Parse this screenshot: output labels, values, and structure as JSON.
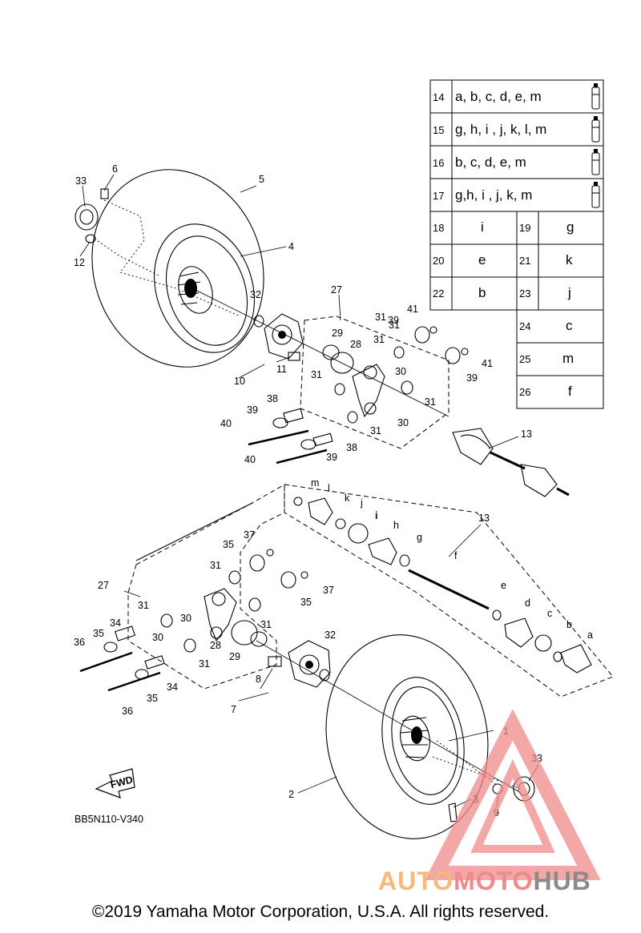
{
  "code_table": {
    "wide_rows": [
      {
        "num": "14",
        "letters": "a, b, c, d, e, m",
        "has_tube_icon": true
      },
      {
        "num": "15",
        "letters": "g, h, i , j, k, l, m",
        "has_tube_icon": true
      },
      {
        "num": "16",
        "letters": "b, c, d, e, m",
        "has_tube_icon": true
      },
      {
        "num": "17",
        "letters": "g,h, i , j, k, m",
        "has_tube_icon": true
      }
    ],
    "pair_rows": [
      {
        "left_num": "18",
        "left_letter": "i",
        "right_num": "19",
        "right_letter": "g"
      },
      {
        "left_num": "20",
        "left_letter": "e",
        "right_num": "21",
        "right_letter": "k"
      },
      {
        "left_num": "22",
        "left_letter": "b",
        "right_num": "23",
        "right_letter": "j"
      }
    ],
    "single_rows": [
      {
        "num": "24",
        "letter": "c"
      },
      {
        "num": "25",
        "letter": "m"
      },
      {
        "num": "26",
        "letter": "f"
      }
    ]
  },
  "callouts": [
    {
      "text": "1"
    },
    {
      "text": "2"
    },
    {
      "text": "3"
    },
    {
      "text": "4"
    },
    {
      "text": "5"
    },
    {
      "text": "6"
    },
    {
      "text": "7"
    },
    {
      "text": "8"
    },
    {
      "text": "9"
    },
    {
      "text": "10"
    },
    {
      "text": "11"
    },
    {
      "text": "12"
    },
    {
      "text": "13"
    },
    {
      "text": "13"
    },
    {
      "text": "27"
    },
    {
      "text": "27"
    },
    {
      "text": "28"
    },
    {
      "text": "28"
    },
    {
      "text": "29"
    },
    {
      "text": "29"
    },
    {
      "text": "30"
    },
    {
      "text": "30"
    },
    {
      "text": "30"
    },
    {
      "text": "30"
    },
    {
      "text": "31"
    },
    {
      "text": "31"
    },
    {
      "text": "31"
    },
    {
      "text": "31"
    },
    {
      "text": "31"
    },
    {
      "text": "31"
    },
    {
      "text": "31"
    },
    {
      "text": "31"
    },
    {
      "text": "31"
    },
    {
      "text": "31"
    },
    {
      "text": "32"
    },
    {
      "text": "32"
    },
    {
      "text": "33"
    },
    {
      "text": "33"
    },
    {
      "text": "34"
    },
    {
      "text": "34"
    },
    {
      "text": "35"
    },
    {
      "text": "35"
    },
    {
      "text": "35"
    },
    {
      "text": "35"
    },
    {
      "text": "36"
    },
    {
      "text": "36"
    },
    {
      "text": "37"
    },
    {
      "text": "37"
    },
    {
      "text": "38"
    },
    {
      "text": "38"
    },
    {
      "text": "39"
    },
    {
      "text": "39"
    },
    {
      "text": "39"
    },
    {
      "text": "39"
    },
    {
      "text": "40"
    },
    {
      "text": "40"
    },
    {
      "text": "41"
    },
    {
      "text": "41"
    },
    {
      "text": "12"
    }
  ],
  "letter_callouts": [
    "a",
    "b",
    "c",
    "d",
    "e",
    "f",
    "g",
    "h",
    "i",
    "j",
    "k",
    "l",
    "m"
  ],
  "fwd_label": "FWD",
  "diagram_code": "BB5N110-V340",
  "copyright": "©2019 Yamaha Motor Corporation, U.S.A. All rights reserved.",
  "watermark": {
    "part1": "AUTO",
    "part2": "MOTO",
    "part3": "HUB",
    "color_orange": "#f5b97a",
    "color_red": "#f08a8a",
    "color_gray": "#8a8a8a"
  }
}
